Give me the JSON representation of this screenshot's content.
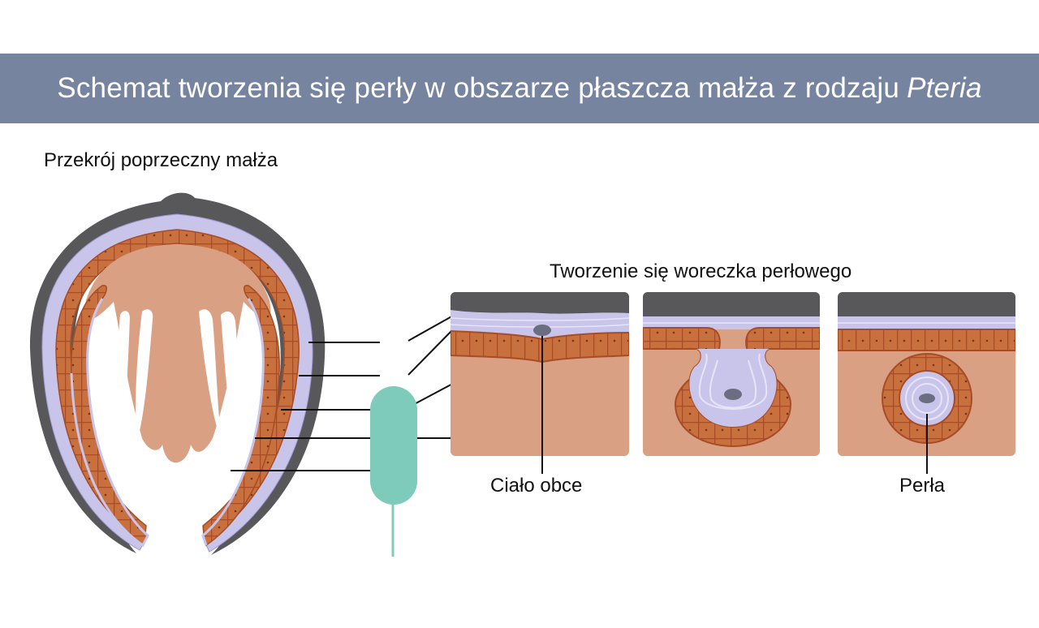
{
  "title": {
    "main": "Schemat tworzenia się perły w obszarze płaszcza małża z rodzaju",
    "genus": "Pteria"
  },
  "labels": {
    "cross_section": "Przekrój poprzeczny małża",
    "pearl_sac_formation": "Tworzenie się woreczka perłowego",
    "foreign_body": "Ciało obce",
    "pearl": "Perła"
  },
  "colors": {
    "title_bar": "#76849f",
    "shell": "#58585a",
    "nacre": "#c9c4ea",
    "epithelium_cells": "#c8703e",
    "epithelium_border": "#a84c25",
    "tissue": "#d9a083",
    "pointer_body": "#7fcbbb",
    "foreign_body": "#6a6e80",
    "leader_lines": "#111111"
  }
}
